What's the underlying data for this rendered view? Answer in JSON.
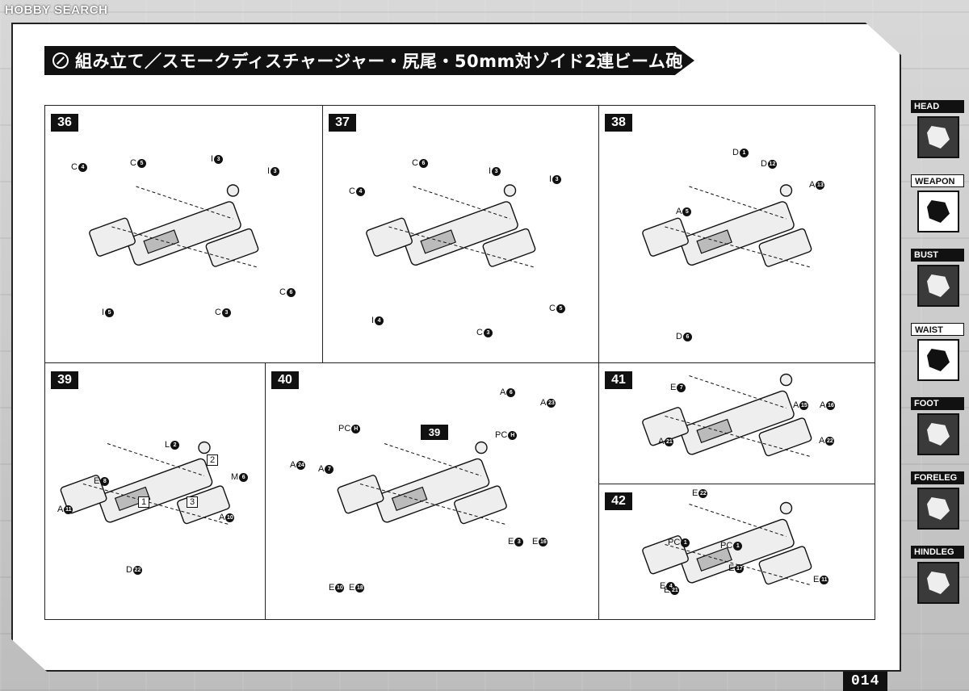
{
  "watermark": "HOBBY SEARCH",
  "header": {
    "title": "組み立て／スモークディスチャージャー・尻尾・50mm対ゾイド2連ビーム砲"
  },
  "page_number": "014",
  "steps": [
    {
      "number": "36",
      "parts": [
        {
          "label": "C",
          "num": "4"
        },
        {
          "label": "C",
          "num": "5"
        },
        {
          "label": "I",
          "num": "3"
        },
        {
          "label": "I",
          "num": "3"
        },
        {
          "label": "I",
          "num": "5"
        },
        {
          "label": "C",
          "num": "3"
        },
        {
          "label": "C",
          "num": "6"
        }
      ]
    },
    {
      "number": "37",
      "parts": [
        {
          "label": "C",
          "num": "4"
        },
        {
          "label": "C",
          "num": "6"
        },
        {
          "label": "I",
          "num": "3"
        },
        {
          "label": "I",
          "num": "3"
        },
        {
          "label": "I",
          "num": "4"
        },
        {
          "label": "C",
          "num": "3"
        },
        {
          "label": "C",
          "num": "5"
        }
      ]
    },
    {
      "number": "38",
      "parts": [
        {
          "label": "D",
          "num": "1"
        },
        {
          "label": "D",
          "num": "12"
        },
        {
          "label": "A",
          "num": "13"
        },
        {
          "label": "A",
          "num": "5"
        },
        {
          "label": "D",
          "num": "6"
        }
      ]
    },
    {
      "number": "39",
      "parts": [
        {
          "label": "L",
          "num": "2"
        },
        {
          "label": "M",
          "num": "6"
        },
        {
          "label": "E",
          "num": "8"
        },
        {
          "label": "A",
          "num": "11"
        },
        {
          "label": "A",
          "num": "10"
        },
        {
          "label": "D",
          "num": "22"
        }
      ],
      "callouts": [
        "1",
        "2",
        "3"
      ]
    },
    {
      "number": "40",
      "parts": [
        {
          "label": "A",
          "num": "6"
        },
        {
          "label": "A",
          "num": "23"
        },
        {
          "label": "PC",
          "num": "H"
        },
        {
          "label": "PC",
          "num": "H"
        },
        {
          "label": "A",
          "num": "24"
        },
        {
          "label": "A",
          "num": "7"
        },
        {
          "label": "E",
          "num": "3"
        },
        {
          "label": "E",
          "num": "16"
        },
        {
          "label": "E",
          "num": "10"
        },
        {
          "label": "E",
          "num": "18"
        }
      ],
      "sub_step": "39"
    },
    {
      "number": "41",
      "parts": [
        {
          "label": "E",
          "num": "7"
        },
        {
          "label": "A",
          "num": "15"
        },
        {
          "label": "A",
          "num": "16"
        },
        {
          "label": "A",
          "num": "21"
        },
        {
          "label": "A",
          "num": "22"
        }
      ]
    },
    {
      "number": "42",
      "parts": [
        {
          "label": "E",
          "num": "22"
        },
        {
          "label": "PC",
          "num": "1"
        },
        {
          "label": "PC",
          "num": "1"
        },
        {
          "label": "E",
          "num": "4"
        },
        {
          "label": "E",
          "num": "21"
        },
        {
          "label": "E",
          "num": "17"
        },
        {
          "label": "E",
          "num": "11"
        }
      ]
    }
  ],
  "sidebar": {
    "tabs": [
      {
        "label": "HEAD",
        "active": false
      },
      {
        "label": "WEAPON",
        "active": true
      },
      {
        "label": "BUST",
        "active": false
      },
      {
        "label": "WAIST",
        "active": true
      },
      {
        "label": "FOOT",
        "active": false
      },
      {
        "label": "FORELEG",
        "active": false
      },
      {
        "label": "HINDLEG",
        "active": false
      }
    ]
  }
}
